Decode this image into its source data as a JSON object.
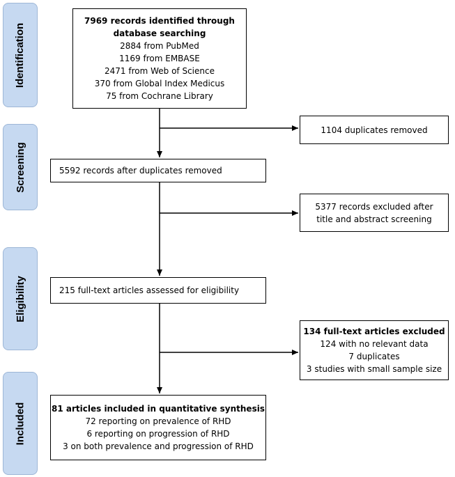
{
  "phases": [
    "Identification",
    "Screening",
    "Eligibility",
    "Included"
  ],
  "identification": {
    "title_lines": [
      "7969 records identified through",
      "database searching"
    ],
    "sources": [
      "2884 from PubMed",
      "1169 from EMBASE",
      "2471 from Web of Science",
      "370 from Global Index Medicus",
      "75 from Cochrane Library"
    ]
  },
  "duplicates_removed": "1104 duplicates removed",
  "after_duplicates": "5592 records after duplicates removed",
  "excluded_screening": [
    "5377 records excluded after",
    "title and abstract screening"
  ],
  "eligibility": "215 full-text articles assessed for eligibility",
  "fulltext_excluded": {
    "title": "134 full-text articles excluded",
    "reasons": [
      "124 with no relevant data",
      "7 duplicates",
      "3 studies with small sample size"
    ]
  },
  "included": {
    "title": "81 articles included in quantitative synthesis",
    "details": [
      "72 reporting on prevalence of RHD",
      "6 reporting on progression of RHD",
      "3 on both prevalence and progression of RHD"
    ]
  }
}
